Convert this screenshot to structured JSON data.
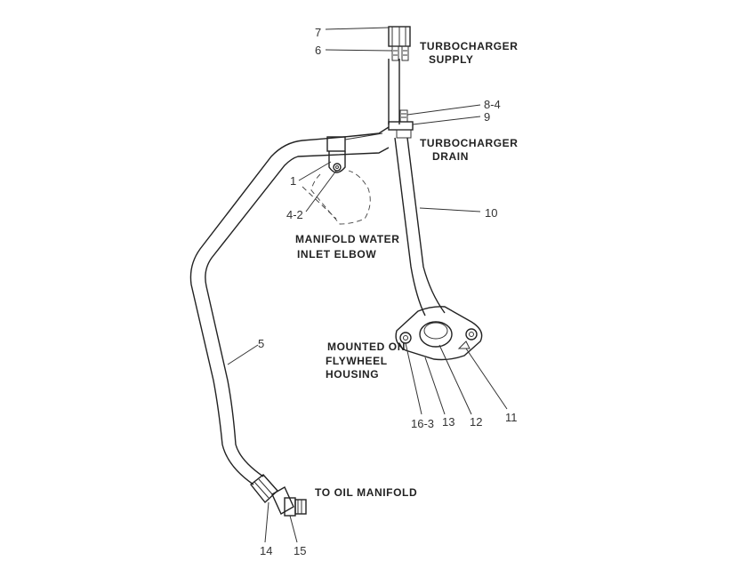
{
  "labels": {
    "turbo_supply_1": "TURBOCHARGER",
    "turbo_supply_2": "SUPPLY",
    "turbo_drain_1": "TURBOCHARGER",
    "turbo_drain_2": "DRAIN",
    "manifold_1": "MANIFOLD WATER",
    "manifold_2": "INLET ELBOW",
    "mounted_1": "MOUNTED ON",
    "mounted_2": "FLYWHEEL",
    "mounted_3": "HOUSING",
    "oil_manifold": "TO OIL MANIFOLD"
  },
  "callouts": {
    "c7": "7",
    "c6": "6",
    "c8_4": "8-4",
    "c9": "9",
    "c1": "1",
    "c4_2": "4-2",
    "c10": "10",
    "c5": "5",
    "c16_3": "16-3",
    "c13": "13",
    "c12": "12",
    "c11": "11",
    "c14": "14",
    "c15": "15"
  }
}
